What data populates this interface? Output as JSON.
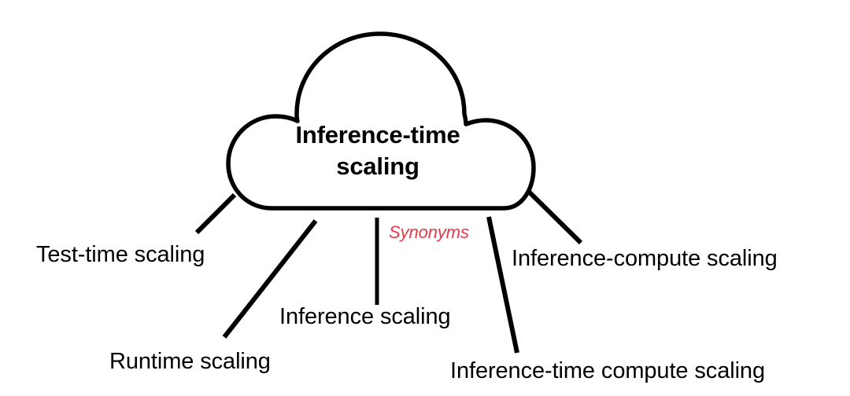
{
  "diagram": {
    "type": "concept-cloud",
    "central_node": {
      "shape": "cloud",
      "line1": "Inference-time",
      "line2": "scaling",
      "text": "Inference-time scaling"
    },
    "annotation": {
      "label": "Synonyms",
      "color": "#E8394A",
      "style": "italic"
    },
    "synonyms": [
      {
        "id": "test-time",
        "label": "Test-time scaling"
      },
      {
        "id": "runtime",
        "label": "Runtime scaling"
      },
      {
        "id": "inference",
        "label": "Inference scaling"
      },
      {
        "id": "inference-compute",
        "label": "Inference-compute scaling"
      },
      {
        "id": "inference-time-compute",
        "label": "Inference-time compute scaling"
      }
    ],
    "colors": {
      "background": "#FFFFFF",
      "stroke": "#000000",
      "text": "#000000",
      "accent": "#E8394A"
    }
  }
}
